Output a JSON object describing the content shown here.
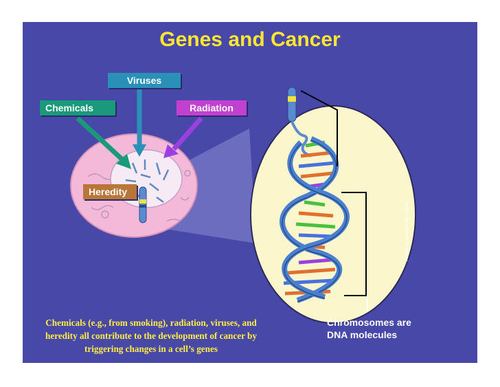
{
  "slide": {
    "title": "Genes and Cancer",
    "labels": {
      "viruses": "Viruses",
      "chemicals": "Chemicals",
      "radiation": "Radiation",
      "heredity": "Heredity"
    },
    "caption": "Chemicals (e.g., from smoking), radiation, viruses, and heredity all contribute to the development of cancer by triggering changes in a cell’s genes",
    "chromosome_note": "Chromosomes are DNA molecules",
    "artwork_credit": "Artwork by Jeanne Kelly. © 2004."
  },
  "colors": {
    "slide_background": "#4848a8",
    "title": "#ffe633",
    "caption": "#ffee44",
    "viruses_tag": "#2a90b8",
    "chemicals_tag": "#1a9a7a",
    "radiation_tag": "#c040d0",
    "heredity_tag": "#b8763a",
    "cell": "#f4b8d8",
    "nucleus": "#f6eaf4",
    "zoom_ellipse": "#fbf6cc"
  },
  "icons": [
    "viruses-arrow",
    "chemicals-arrow",
    "radiation-arrow",
    "chromosome-icon",
    "dna-double-helix-icon"
  ]
}
